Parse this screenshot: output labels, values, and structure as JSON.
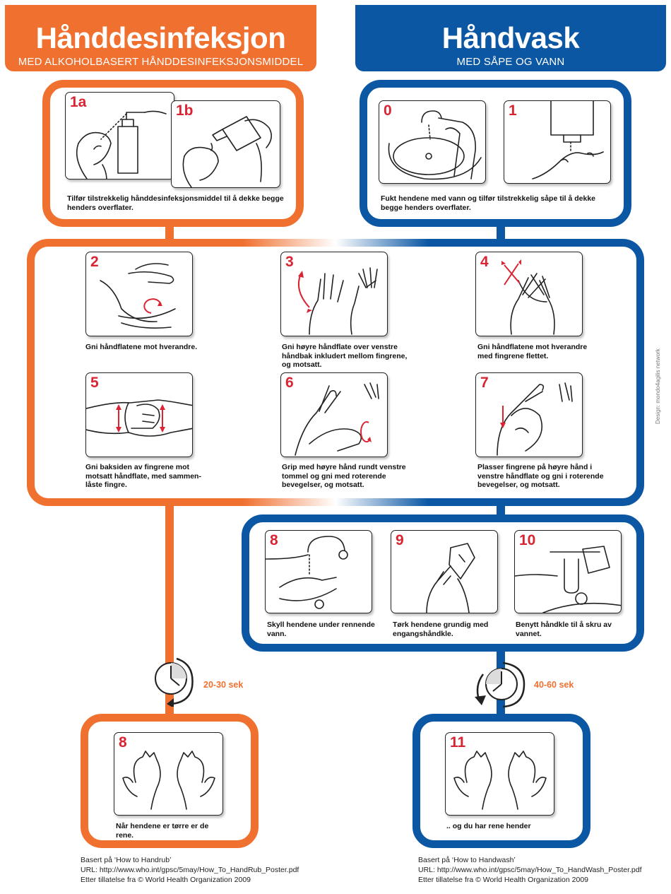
{
  "left_header": {
    "title": "Hånddesinfeksjon",
    "subtitle": "MED ALKOHOLBASERT HÅNDDESINFEKSJONSMIDDEL",
    "color": "#f07030"
  },
  "right_header": {
    "title": "Håndvask",
    "subtitle": "MED SÅPE OG VANN",
    "color": "#0b57a4"
  },
  "number_color": "#d92433",
  "steps": {
    "s1a": {
      "label": "1a",
      "icon": "pump-dispenser-hands-icon"
    },
    "s1b": {
      "label": "1b",
      "icon": "bottle-squeeze-hands-icon"
    },
    "s0": {
      "label": "0",
      "icon": "sink-wet-hands-icon"
    },
    "s1": {
      "label": "1",
      "icon": "soap-dispenser-hand-icon"
    },
    "s2": {
      "label": "2",
      "icon": "palm-to-palm-icon"
    },
    "s3": {
      "label": "3",
      "icon": "palm-over-dorsum-icon"
    },
    "s4": {
      "label": "4",
      "icon": "fingers-interlaced-icon"
    },
    "s5": {
      "label": "5",
      "icon": "backs-of-fingers-icon"
    },
    "s6": {
      "label": "6",
      "icon": "thumb-rotation-icon"
    },
    "s7": {
      "label": "7",
      "icon": "fingertips-palm-icon"
    },
    "s8w": {
      "label": "8",
      "icon": "rinse-under-tap-icon"
    },
    "s9": {
      "label": "9",
      "icon": "dry-towel-icon"
    },
    "s10": {
      "label": "10",
      "icon": "towel-turn-off-tap-icon"
    },
    "s8r": {
      "label": "8",
      "icon": "dry-hands-icon"
    },
    "s11": {
      "label": "11",
      "icon": "clean-hands-icon"
    }
  },
  "captions": {
    "rub_apply": "Tilfør tilstrekkelig hånddesinfeksjonsmiddel til å dekke begge henders overflater.",
    "wash_apply": "Fukt hendene med vann og tilfør tilstrekkelig såpe til å dekke begge henders overflater.",
    "s2": "Gni håndflatene mot hverandre.",
    "s3": "Gni høyre håndflate over venstre håndbak inkludert mellom fingrene, og motsatt.",
    "s4": "Gni håndflatene mot hverandre med fingrene flettet.",
    "s5": "Gni baksiden av fingrene mot motsatt håndflate, med sammen-låste fingre.",
    "s6": "Grip med høyre hånd rundt venstre tommel og gni med roterende bevegelser, og motsatt.",
    "s7": "Plasser fingrene på høyre hånd i venstre håndflate og gni i roterende bevegelser, og motsatt.",
    "s8w": "Skyll hendene under rennende vann.",
    "s9": "Tørk hendene grundig med engangshåndkle.",
    "s10": "Benytt håndkle til å skru av vannet.",
    "s8r": "Når hendene er tørre er de rene.",
    "s11": ".. og du har rene hender"
  },
  "timers": {
    "rub": {
      "label": "20-30 sek",
      "icon": "clock-timer-icon"
    },
    "wash": {
      "label": "40-60 sek",
      "icon": "clock-timer-icon"
    }
  },
  "references": {
    "rub": {
      "line1": "Basert på ‘How to Handrub’",
      "line2": "URL: http://www.who.int/gpsc/5may/How_To_HandRub_Poster.pdf",
      "line3": "Etter tillatelse fra © World Health Organization 2009"
    },
    "wash": {
      "line1": "Basert på ‘How to Handwash’",
      "line2": "URL: http://www.who.int/gpsc/5may/How_To_HandWash_Poster.pdf",
      "line3": "Etter tillatelse fra © World Health Organization 2009"
    }
  },
  "credit": "Design: mondo4agilis network"
}
